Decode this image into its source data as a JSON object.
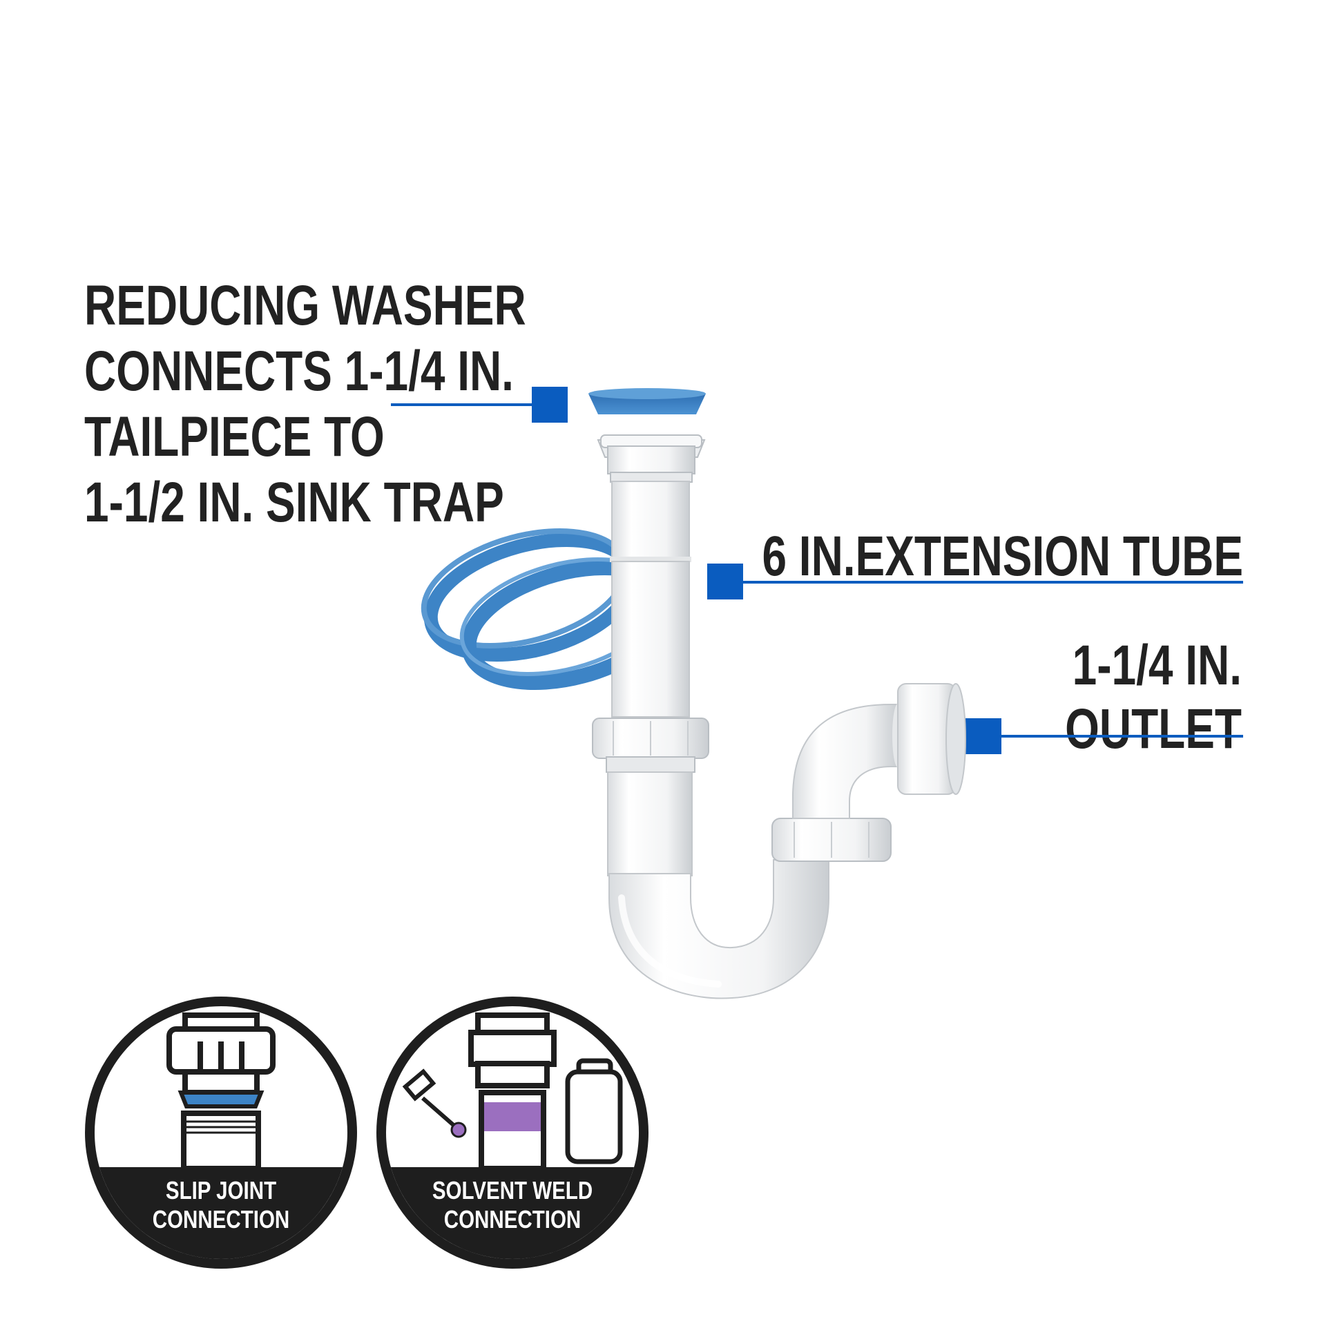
{
  "callouts": {
    "reducing_washer": [
      "REDUCING WASHER",
      "CONNECTS 1-1/4 IN.",
      "TAILPIECE TO",
      "1-1/2 IN. SINK TRAP"
    ],
    "extension_tube": [
      "6 IN.EXTENSION TUBE"
    ],
    "outlet": [
      "1-1/4 IN.",
      "OUTLET"
    ]
  },
  "badges": {
    "slip_joint": [
      "SLIP JOINT",
      "CONNECTION"
    ],
    "solvent_weld": [
      "SOLVENT WELD",
      "CONNECTION"
    ]
  },
  "colors": {
    "text": "#222222",
    "accent_blue": "#0a5cbf",
    "washer_blue": "#3d84c6",
    "badge_dark": "#1e1e1e",
    "cement_purple": "#9b6fbf",
    "pipe_white": "#f4f5f6"
  }
}
